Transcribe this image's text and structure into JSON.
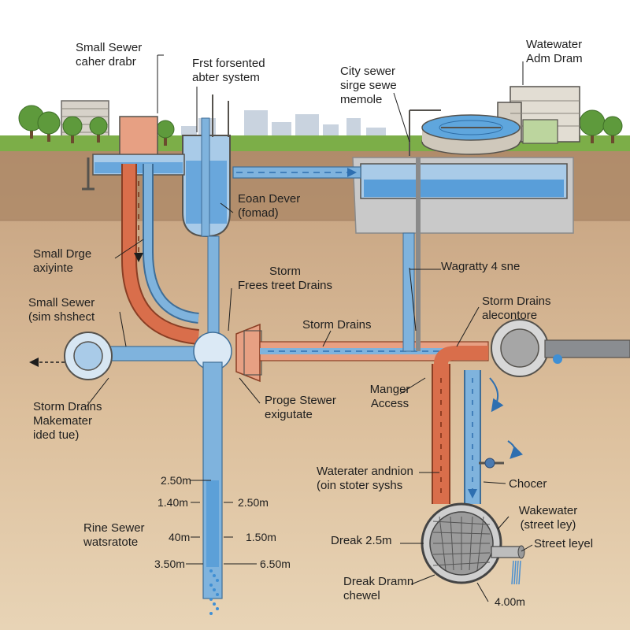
{
  "labels": {
    "small_sewer_top": [
      "Small Sewer",
      "caher drabr"
    ],
    "frst_forsented": [
      "Frst forsented",
      "abter system"
    ],
    "city_sewer": [
      "City sewer",
      "sirge sewe",
      "memole"
    ],
    "watewater_adm": [
      "Watewater",
      "Adm Dram"
    ],
    "eoan_dever": [
      "Eoan Dever",
      "(fomad)"
    ],
    "small_drge": [
      "Small Drge",
      "axiyinte"
    ],
    "storm_free": [
      "Storm",
      "Frees treet Drains"
    ],
    "wagratty": [
      "Wagratty 4 sne"
    ],
    "small_sewer_left": [
      "Small Sewer",
      "(sim shshect"
    ],
    "storm_drains_mid": [
      "Storm Drains"
    ],
    "storm_drains_alec": [
      "Storm Drains",
      "alecontore"
    ],
    "storm_drains_make": [
      "Storm Drains",
      "Makemater",
      "ided tue)"
    ],
    "proge_stewer": [
      "Proge Stewer",
      "exigutate"
    ],
    "manger_access": [
      "Manger",
      "Access"
    ],
    "waterater_andnion": [
      "Waterater andnion",
      "(oin stoter syshs"
    ],
    "chocer": [
      "Chocer"
    ],
    "rine_sewer": [
      "Rine Sewer",
      "watsratote"
    ],
    "wakewater": [
      "Wakewater",
      "(street ley)"
    ],
    "street_level": [
      "Street leyel"
    ],
    "dreak_25": [
      "Dreak 2.5m"
    ],
    "dreak_dramn": [
      "Dreak Dramn",
      "chewel"
    ]
  },
  "measurements": {
    "m1": "2.50m",
    "m2": "1.40m",
    "m3": "2.50m",
    "m4": "40m",
    "m5": "1.50m",
    "m6": "3.50m",
    "m7": "6.50m",
    "m8": "4.00m"
  },
  "colors": {
    "sky": "#ffffff",
    "grass": "#7cae48",
    "topsoil": "#a98664",
    "soil": "#c4a07e",
    "deep_soil": "#e8d4b6",
    "sewer_pipe": "#d96e4b",
    "storm_pipe": "#7fb3dd",
    "water": "#3f8fd4",
    "concrete": "#c9c9c9",
    "buildings": "#c9d3df",
    "outfall_pipe": "#8a8d91"
  }
}
